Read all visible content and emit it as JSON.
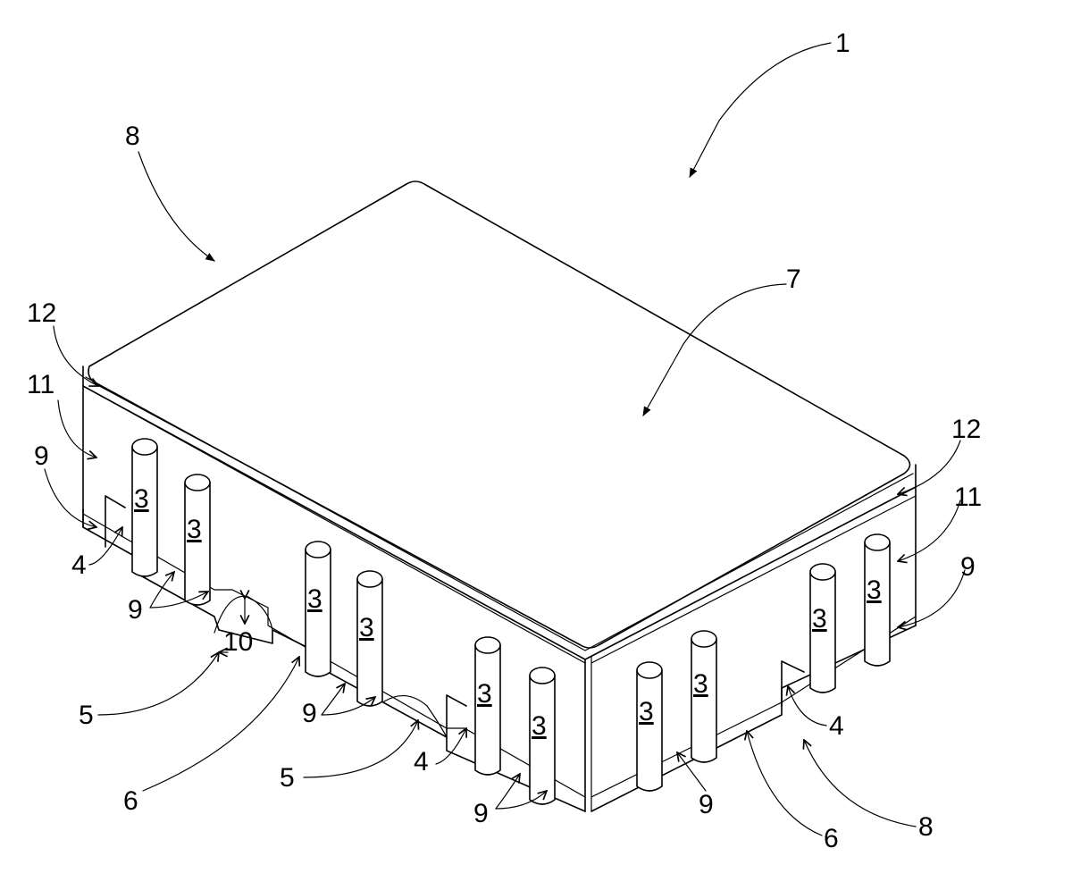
{
  "figure": {
    "labels": {
      "device": "1",
      "pin": "3",
      "notch": "4",
      "recess": "5",
      "bottom_edge": "6",
      "top_face": "7",
      "side": "8",
      "groove": "9",
      "gap": "10",
      "wall": "11",
      "rim": "12"
    }
  }
}
